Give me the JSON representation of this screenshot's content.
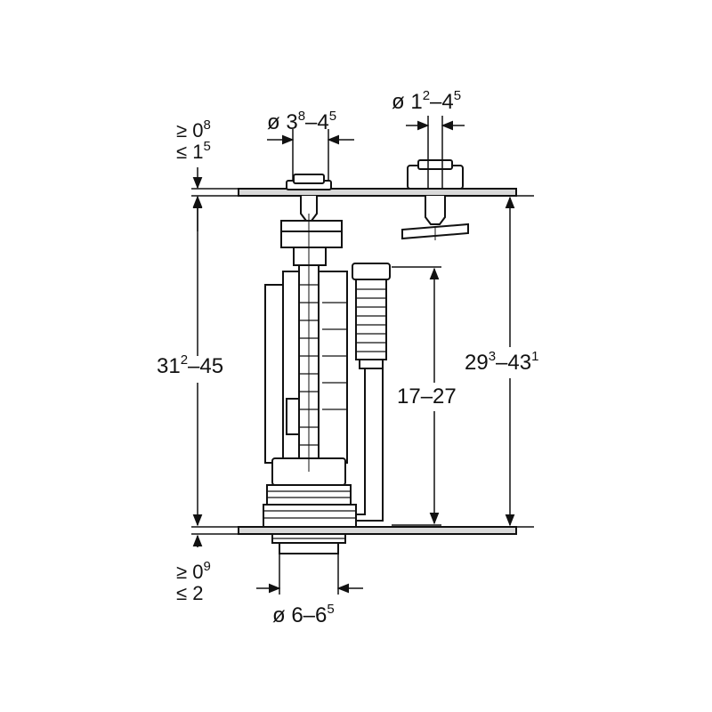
{
  "dimensions": {
    "top_ineq_upper": {
      "symbol": "≥",
      "value": "0",
      "sup": "8"
    },
    "top_ineq_lower": {
      "symbol": "≤",
      "value": "1",
      "sup": "5"
    },
    "bottom_ineq_upper": {
      "symbol": "≥",
      "value": "0",
      "sup": "9"
    },
    "bottom_ineq_lower": {
      "symbol": "≤",
      "value": "2",
      "sup": ""
    },
    "diam_top_left": {
      "prefix": "ø 3",
      "sup1": "8",
      "mid": "–4",
      "sup2": "5"
    },
    "diam_top_right": {
      "prefix": "ø 1",
      "sup1": "2",
      "mid": "–4",
      "sup2": "5"
    },
    "diam_bottom": {
      "prefix": "ø 6–6",
      "sup1": "5"
    },
    "height_left": {
      "prefix": "31",
      "sup1": "2",
      "mid": "–45"
    },
    "height_middle": {
      "text": "17–27"
    },
    "height_right": {
      "prefix": "29",
      "sup1": "3",
      "mid": "–43",
      "sup2": "1"
    }
  },
  "colors": {
    "line": "#111111",
    "background": "#ffffff",
    "shade": "#d9d9d9"
  }
}
